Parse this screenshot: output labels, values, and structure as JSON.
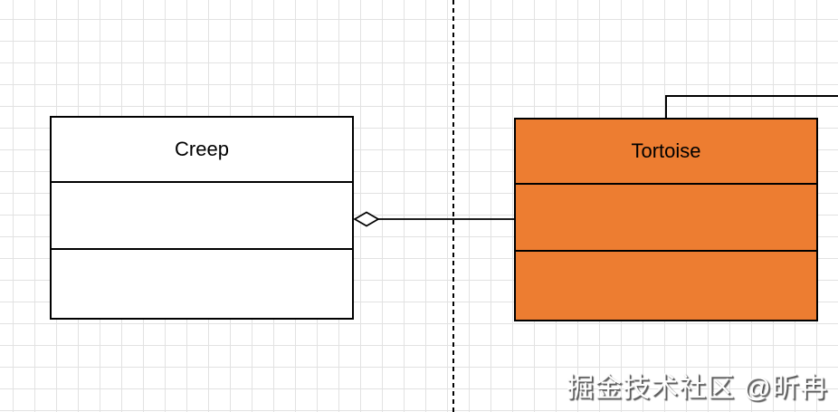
{
  "colors": {
    "tortoise_fill": "#ED7D31",
    "creep_fill": "#FFFFFF",
    "border": "#000000",
    "grid_line": "#E2E2E2"
  },
  "diagram": {
    "classes": [
      {
        "name": "Creep",
        "compartments": 3
      },
      {
        "name": "Tortoise",
        "compartments": 3
      }
    ],
    "connectors": [
      {
        "type": "aggregation",
        "from": "Tortoise",
        "to": "Creep",
        "diamond_end": "Creep"
      },
      {
        "type": "association",
        "from": "Tortoise-top",
        "to": "off-canvas-right"
      }
    ],
    "separator": {
      "style": "dashed",
      "orientation": "vertical"
    }
  },
  "watermark": {
    "text": "掘金技术社区 @昕冉"
  }
}
